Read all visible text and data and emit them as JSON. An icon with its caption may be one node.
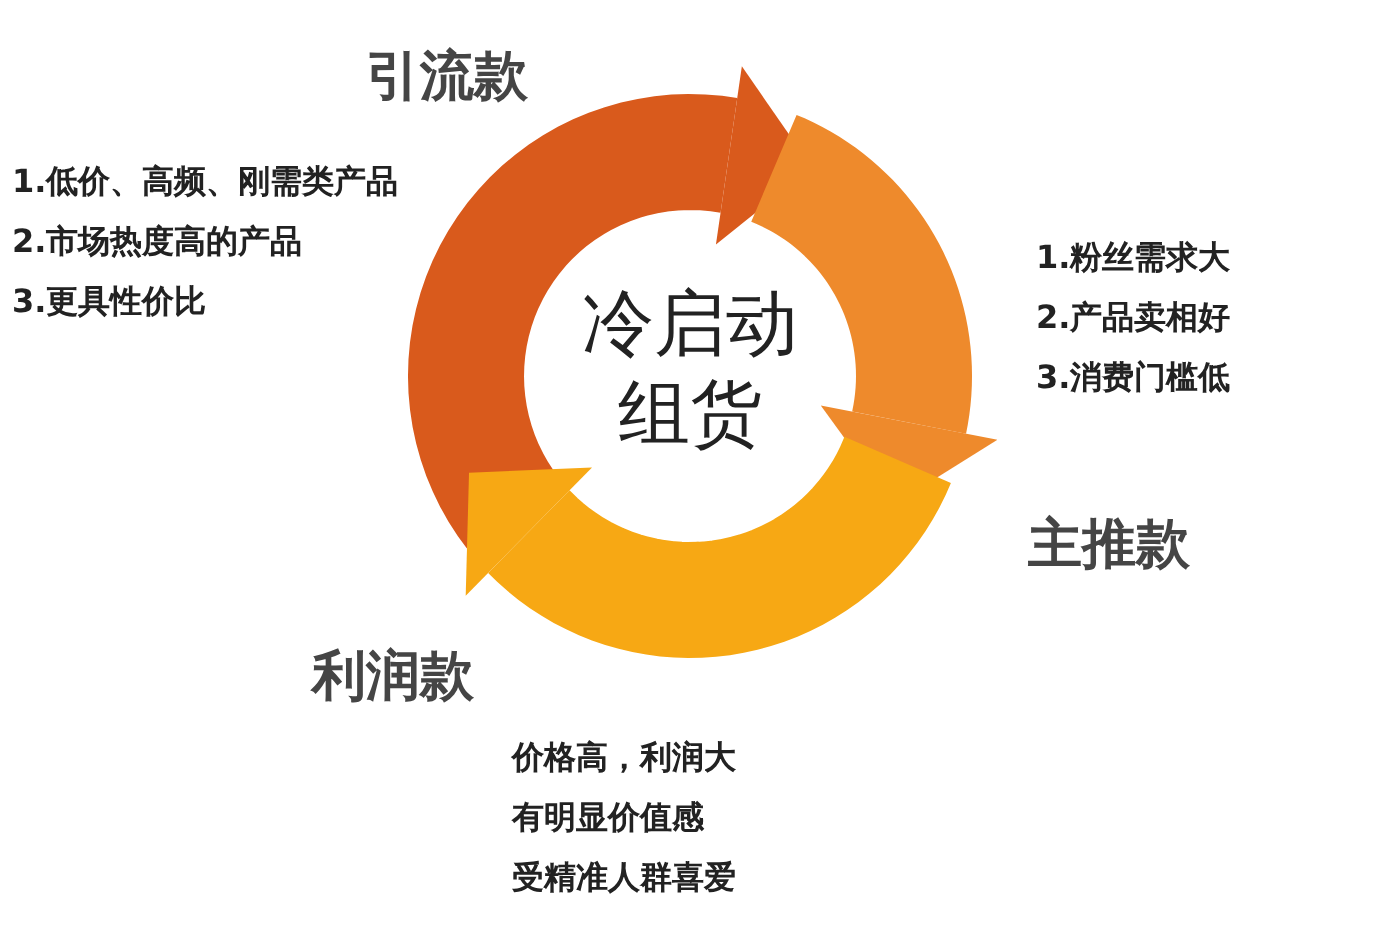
{
  "diagram": {
    "nodes": [
      {
        "text": [
          "引流款"
        ],
        "beside": [
          "1.低价、高频、刚需类产品",
          "2.市场热度高的产品",
          "3.更具性价比"
        ]
      },
      {
        "text": [
          "冷启动组货"
        ]
      },
      {
        "text": [
          "主推款"
        ],
        "beside": [
          "1.粉丝需求大",
          "2.产品卖相好",
          "3.消费门槛低"
        ]
      },
      {
        "text": [
          "利润款"
        ],
        "beside": [
          "价格高，利润大",
          "有明显价值感",
          "受精准人群喜爱"
        ]
      }
    ]
  }
}
